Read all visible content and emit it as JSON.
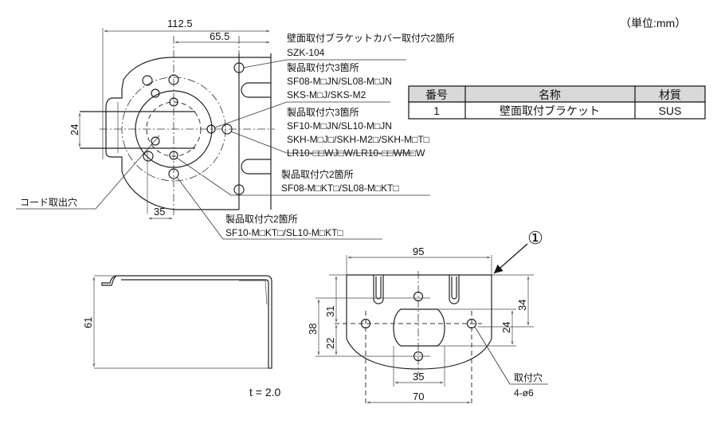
{
  "units": "（単位:mm）",
  "top_view": {
    "dim_width": "112.5",
    "dim_offset": "65.5",
    "dim_slot": "24",
    "dim_35": "35",
    "cord_label": "コード取出穴",
    "notes": [
      {
        "title": "壁面取付ブラケットカバー取付穴2箇所",
        "lines": [
          "SZK-104"
        ]
      },
      {
        "title": "製品取付穴3箇所",
        "lines": [
          "SF08-M□JN/SL08-M□JN",
          "SKS-M□J/SKS-M2"
        ]
      },
      {
        "title": "製品取付穴3箇所",
        "lines": [
          "SF10-M□JN/SL10-M□JN",
          "SKH-M□J□/SKH-M2□/SKH-M□T□",
          "LR10-□□WJ□W/LR10-□□WM□W"
        ]
      },
      {
        "title": "製品取付穴2箇所",
        "lines": [
          "SF08-M□KT□/SL08-M□KT□"
        ]
      },
      {
        "title": "製品取付穴2箇所",
        "lines": [
          "SF10-M□KT□/SL10-M□KT□"
        ]
      }
    ]
  },
  "parts_table": {
    "headers": [
      "番号",
      "名称",
      "材質"
    ],
    "rows": [
      [
        "1",
        "壁面取付ブラケット",
        "SUS"
      ]
    ],
    "header_bg": "#d9d9d9"
  },
  "side_view": {
    "dim_height": "61",
    "thickness": "t = 2.0"
  },
  "front_view": {
    "part_marker": "①",
    "dim_95": "95",
    "dim_70": "70",
    "dim_35": "35",
    "dim_38": "38",
    "dim_31": "31",
    "dim_22": "22",
    "dim_24": "24",
    "dim_34": "34",
    "hole_label": "取付穴",
    "hole_spec": "4-ø6"
  }
}
